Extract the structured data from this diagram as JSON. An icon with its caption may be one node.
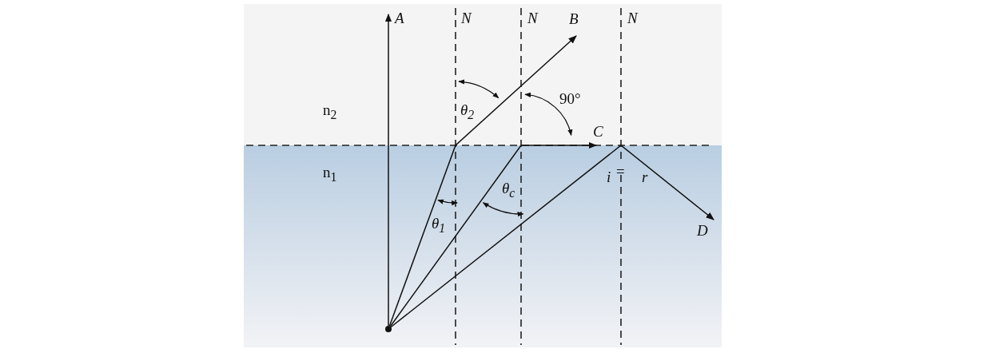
{
  "diagram": {
    "nodes": [
      {
        "text": [],
        "shape": "circle"
      },
      {
        "text": [
          "A"
        ]
      },
      {
        "text": [
          "B"
        ]
      },
      {
        "text": [
          "C"
        ]
      },
      {
        "text": [
          "D"
        ]
      }
    ],
    "edges": [
      {
        "from": 0,
        "to": 1,
        "arrow": "to"
      },
      {
        "from": 0,
        "to": 2,
        "arrow": "to"
      },
      {
        "from": 0,
        "to": 3,
        "arrow": "to"
      },
      {
        "from": 0,
        "to": 4,
        "arrow": "to"
      }
    ],
    "labels": [
      "N",
      "N",
      "N",
      "n$_{2}$",
      "θ$_{2}$",
      "90°",
      "n$_{1}$",
      "i",
      "=",
      "r",
      "θ$_{c}$",
      "θ$_{1}$"
    ]
  }
}
